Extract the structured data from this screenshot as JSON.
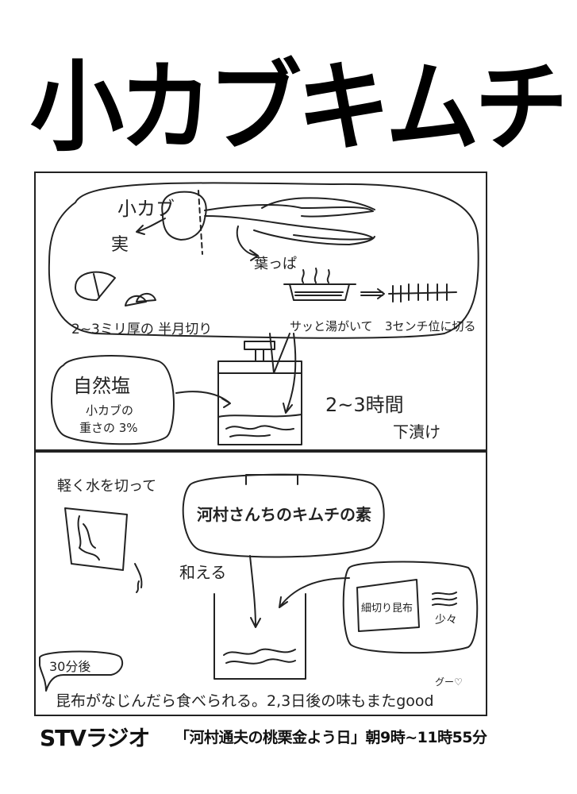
{
  "title": "小カブキムチ",
  "section1": {
    "kokabu": "小カブ",
    "mi": "実",
    "happa": "葉っぱ",
    "slice": "2~3ミリ厚の 半月切り",
    "blanch": "サッと湯がいて",
    "cut": "3センチ位に切る",
    "salt_title": "自然塩",
    "salt_note_1": "小カブの",
    "salt_note_2": "重さの 3%",
    "pickle_time": "2~3時間",
    "pickle_label": "下漬け"
  },
  "section2": {
    "squeeze": "軽く水を切って",
    "kimchi_base": "河村さんちのキムチの素",
    "mix": "和える",
    "kombu": "細切り昆布",
    "kombu_amount": "少々",
    "after": "30分後",
    "note": "昆布がなじんだら食べられる。2,3日後の味もまたgood",
    "goo": "グー♡"
  },
  "footer": {
    "brand": "STVラジオ",
    "program": "「河村通夫の桃栗金よう日」朝9時~11時55分"
  }
}
